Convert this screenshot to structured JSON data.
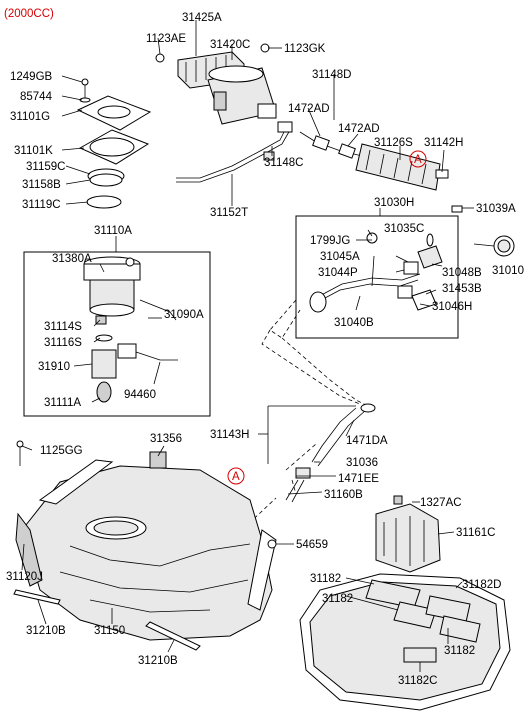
{
  "engine_note": "(2000CC)",
  "callout_letter": "A",
  "labels": {
    "p31425A": "31425A",
    "p1123AE": "1123AE",
    "p31420C": "31420C",
    "p1123GK": "1123GK",
    "p31148D": "31148D",
    "p1249GB": "1249GB",
    "p85744": "85744",
    "p31101G": "31101G",
    "p1472AD_a": "1472AD",
    "p1472AD_b": "1472AD",
    "p31101K": "31101K",
    "p31126S": "31126S",
    "p31142H": "31142H",
    "p31159C": "31159C",
    "p31148C": "31148C",
    "p31158B": "31158B",
    "p31119C": "31119C",
    "p31030H": "31030H",
    "p31039A": "31039A",
    "p31152T": "31152T",
    "p31110A": "31110A",
    "p31035C": "31035C",
    "p1799JG": "1799JG",
    "p31380A": "31380A",
    "p31045A": "31045A",
    "p31010": "31010",
    "p31044P": "31044P",
    "p31048B": "31048B",
    "p31453B": "31453B",
    "p31046H": "31046H",
    "p31090A": "31090A",
    "p31114S": "31114S",
    "p31040B": "31040B",
    "p31116S": "31116S",
    "p31910": "31910",
    "p94460": "94460",
    "p31111A": "31111A",
    "p31143H": "31143H",
    "p1471DA": "1471DA",
    "p1125GG": "1125GG",
    "p31356": "31356",
    "p31036": "31036",
    "p1471EE": "1471EE",
    "p31160B": "31160B",
    "p1327AC": "1327AC",
    "p31161C": "31161C",
    "p54659": "54659",
    "p31120J": "31120J",
    "p31182_a": "31182",
    "p31182D": "31182D",
    "p31182_b": "31182",
    "p31182_c": "31182",
    "p31210B_a": "31210B",
    "p31150": "31150",
    "p31210B_b": "31210B",
    "p31182C": "31182C"
  },
  "colors": {
    "note": "#d40000",
    "callout": "#d40000",
    "line": "#000000"
  }
}
